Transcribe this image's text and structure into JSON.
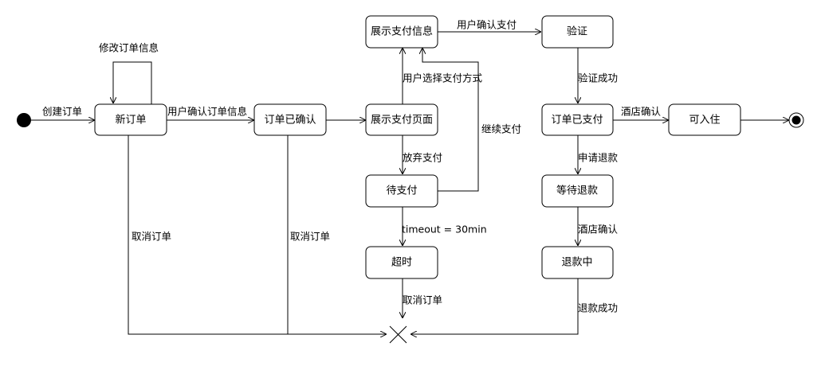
{
  "states": {
    "new_order": "新订单",
    "order_confirmed": "订单已确认",
    "show_payment_page": "展示支付页面",
    "show_payment_info": "展示支付信息",
    "verify": "验证",
    "pending_payment": "待支付",
    "timeout": "超时",
    "order_paid": "订单已支付",
    "check_in_available": "可入住",
    "waiting_refund": "等待退款",
    "refunding": "退款中"
  },
  "transitions": {
    "create_order": "创建订单",
    "modify_order_info": "修改订单信息",
    "user_confirm_order_info": "用户确认订单信息",
    "user_select_payment_method": "用户选择支付方式",
    "user_confirm_payment": "用户确认支付",
    "verify_success": "验证成功",
    "abandon_payment": "放弃支付",
    "continue_payment": "继续支付",
    "timeout_30min": "timeout = 30min",
    "cancel_order_new": "取消订单",
    "cancel_order_confirmed": "取消订单",
    "cancel_order_timeout": "取消订单",
    "hotel_confirm_checkin": "酒店确认",
    "apply_refund": "申请退款",
    "hotel_confirm_refund": "酒店确认",
    "refund_success": "退款成功"
  },
  "colors": {
    "stroke": "#000000",
    "fill": "#ffffff",
    "initial_node": "#000000"
  }
}
